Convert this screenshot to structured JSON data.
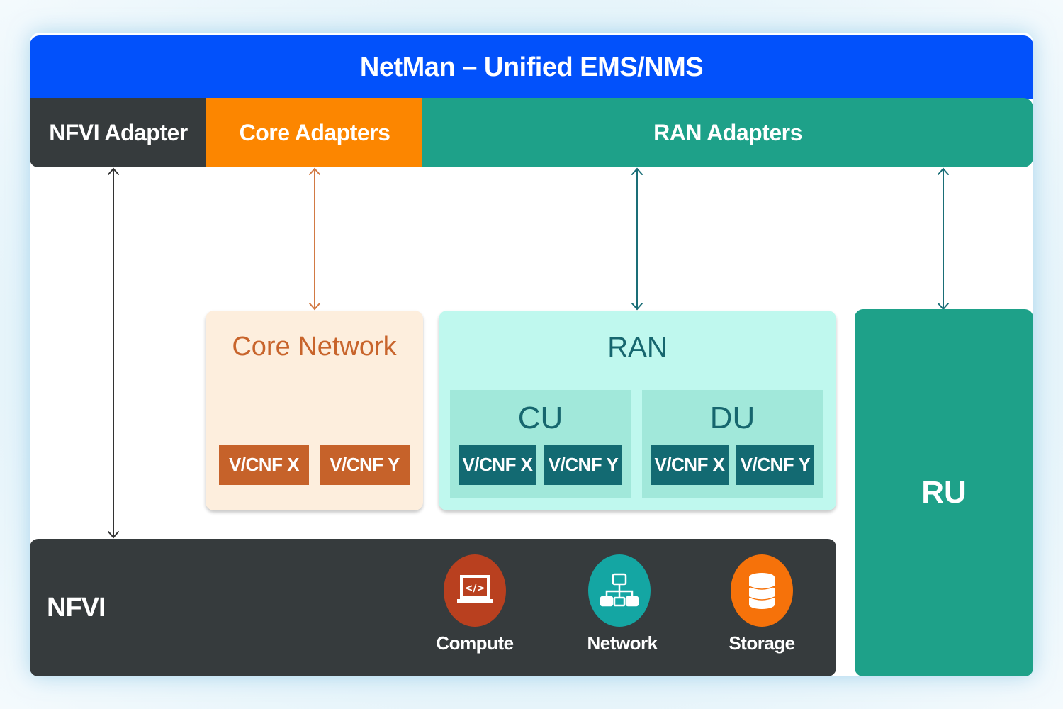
{
  "title": "NetMan – Unified EMS/NMS",
  "adapters": {
    "nfvi": "NFVI Adapter",
    "core": "Core Adapters",
    "ran": "RAN Adapters"
  },
  "core_network": {
    "title": "Core Network",
    "functions": [
      "V/CNF X",
      "V/CNF Y"
    ]
  },
  "ran": {
    "title": "RAN",
    "cu": {
      "title": "CU",
      "functions": [
        "V/CNF X",
        "V/CNF Y"
      ]
    },
    "du": {
      "title": "DU",
      "functions": [
        "V/CNF X",
        "V/CNF Y"
      ]
    }
  },
  "ru": {
    "title": "RU"
  },
  "nfvi": {
    "title": "NFVI",
    "resources": [
      {
        "label": "Compute",
        "icon": "compute-icon",
        "color": "#b9401f"
      },
      {
        "label": "Network",
        "icon": "network-icon",
        "color": "#14a6a3"
      },
      {
        "label": "Storage",
        "icon": "storage-icon",
        "color": "#f6720a"
      }
    ]
  },
  "colors": {
    "title_bar": "#0251fb",
    "nfvi_dark": "#363b3d",
    "core_orange": "#fc8600",
    "ran_teal": "#1ea189",
    "core_arrow": "#d27a44",
    "ran_arrow": "#1a6e77",
    "nfvi_arrow": "#333333"
  },
  "connections": [
    {
      "from": "NFVI Adapter",
      "to": "NFVI",
      "type": "bidirectional"
    },
    {
      "from": "Core Adapters",
      "to": "Core Network",
      "type": "bidirectional"
    },
    {
      "from": "RAN Adapters",
      "to": "RAN",
      "type": "bidirectional"
    },
    {
      "from": "RAN Adapters",
      "to": "RU",
      "type": "bidirectional"
    }
  ]
}
